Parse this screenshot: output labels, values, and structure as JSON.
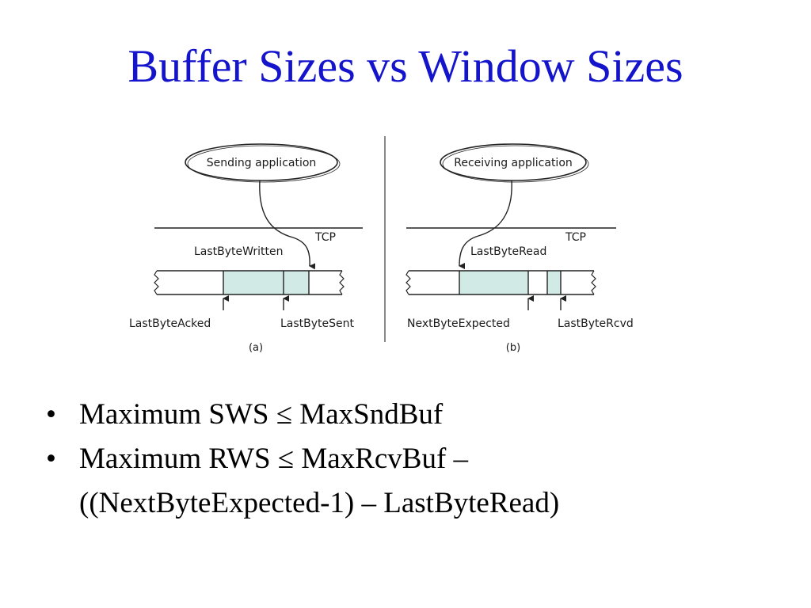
{
  "slide": {
    "title": "Buffer Sizes vs Window Sizes"
  },
  "diagram": {
    "sender": {
      "application_label": "Sending application",
      "layer_label": "TCP",
      "last_byte_written": "LastByteWritten",
      "last_byte_acked": "LastByteAcked",
      "last_byte_sent": "LastByteSent",
      "caption": "(a)"
    },
    "receiver": {
      "application_label": "Receiving application",
      "layer_label": "TCP",
      "last_byte_read": "LastByteRead",
      "next_byte_expected": "NextByteExpected",
      "last_byte_rcvd": "LastByteRcvd",
      "caption": "(b)"
    },
    "colors": {
      "buffer_fill": "#d2eae6",
      "line": "#222222"
    }
  },
  "bullets": [
    {
      "marker": "•",
      "lines": [
        "Maximum SWS ≤  MaxSndBuf"
      ]
    },
    {
      "marker": "•",
      "lines": [
        "Maximum RWS ≤ MaxRcvBuf –",
        "((NextByteExpected-1) – LastByteRead)"
      ]
    }
  ],
  "colors": {
    "title": "#1414cc",
    "text": "#000000"
  }
}
